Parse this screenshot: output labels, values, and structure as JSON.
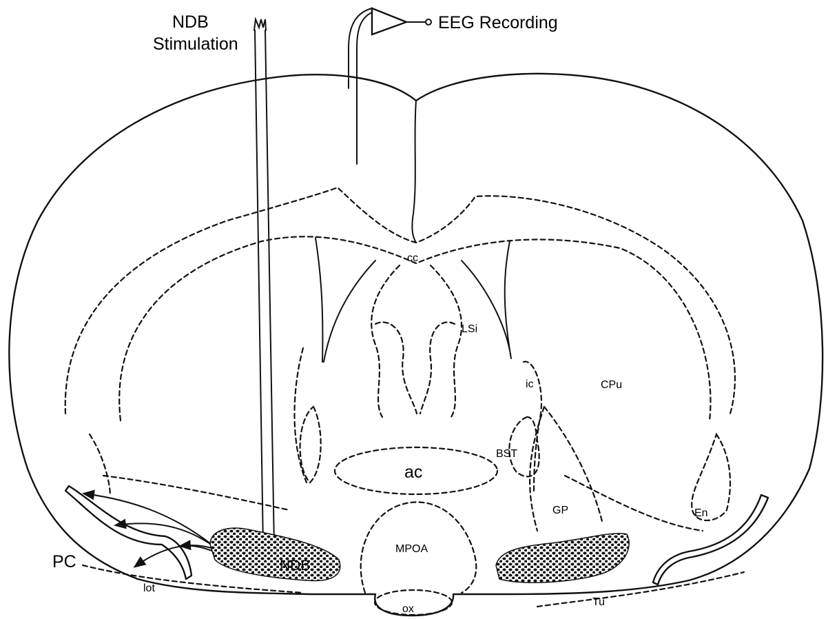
{
  "labels": {
    "stim_line1": "NDB",
    "stim_line2": "Stimulation",
    "eeg": "EEG Recording",
    "cc": "cc",
    "lsi": "LSi",
    "cpu": "CPu",
    "ic": "ic",
    "bst": "BST",
    "ac": "ac",
    "gp": "GP",
    "en": "En",
    "mpoa": "MPOA",
    "ndb": "NDB",
    "pc": "PC",
    "lot": "lot",
    "ox": "ox",
    "tu": "Tu"
  }
}
